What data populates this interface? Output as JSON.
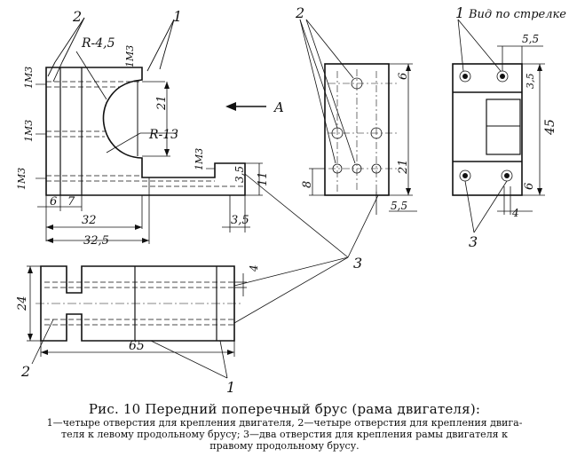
{
  "figure": {
    "title": "Рис. 10  Передний поперечный брус  (рама двигателя):",
    "legend_lines": [
      "1—четыре отверстия для крепления двигателя, 2—четыре отверстия для крепления двига-",
      "теля к левому продольному брусу; 3—два отверстия для крепления  рамы двигателя  к",
      "правому продольному брусу."
    ]
  },
  "view_label": "Вид по стрелке А",
  "arrow_label": "A",
  "callouts": {
    "one": "1",
    "two": "2",
    "three": "3"
  },
  "dims": {
    "r45": "R-4,5",
    "r13": "R-13",
    "m3": "1M3",
    "d21": "21",
    "d6": "6",
    "d7": "7",
    "d32": "32",
    "d325": "32,5",
    "d35": "3,5",
    "d11": "11",
    "d8": "8",
    "d55": "5,5",
    "d45": "45",
    "d4": "4",
    "d24": "24",
    "d65": "65"
  }
}
